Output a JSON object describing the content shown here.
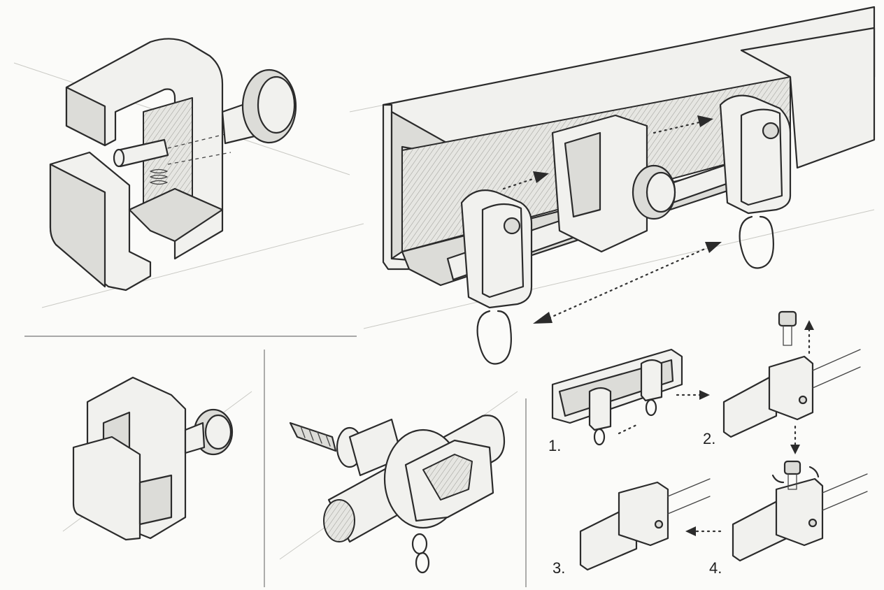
{
  "steps": [
    {
      "label": "1."
    },
    {
      "label": "2."
    },
    {
      "label": "3."
    },
    {
      "label": "4."
    }
  ],
  "colors": {
    "ink": "#2b2b2b",
    "paper": "#fbfbf9",
    "shade": "#bdbdb8"
  }
}
